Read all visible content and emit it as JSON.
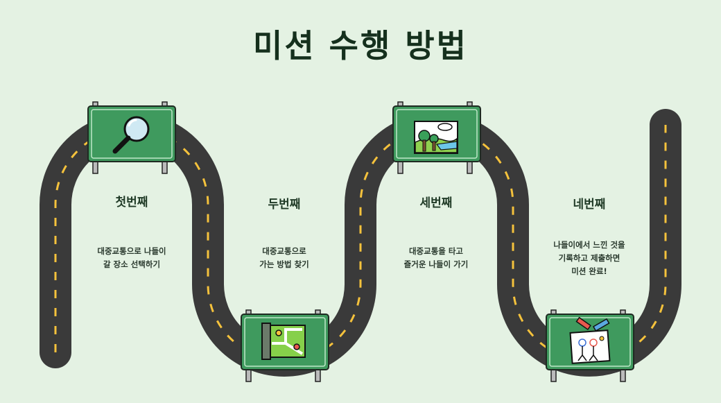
{
  "title": "미션 수행 방법",
  "steps": [
    {
      "label": "첫번째",
      "desc": "대중교통으로 나들이\n갈 장소 선택하기",
      "icon": "magnifier-icon"
    },
    {
      "label": "두번째",
      "desc": "대중교통으로\n가는 방법 찾기",
      "icon": "map-icon"
    },
    {
      "label": "세번째",
      "desc": "대중교통을 타고\n즐거운 나들이 가기",
      "icon": "park-landscape-icon"
    },
    {
      "label": "네번째",
      "desc": "나들이에서 느낀 것을\n기록하고 제출하면\n미션 완료!",
      "icon": "drawing-paper-icon"
    }
  ],
  "colors": {
    "background": "#e4f2e3",
    "road": "#3a3a3a",
    "lane": "#f5c23c",
    "sign": "#3f9a5e",
    "title": "#15301d"
  }
}
